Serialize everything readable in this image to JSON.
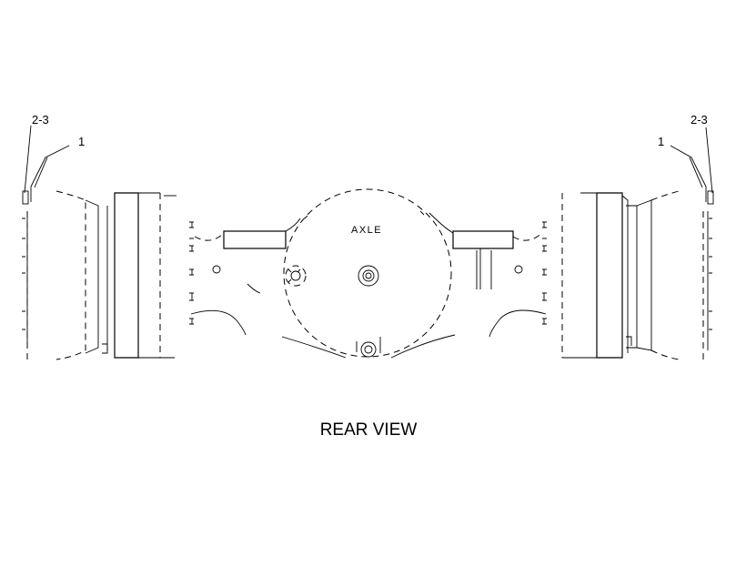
{
  "callouts": {
    "left_part_number_range": "2-3",
    "left_part_number": "1",
    "right_part_number_range": "2-3",
    "right_part_number": "1"
  },
  "labels": {
    "axle": "AXLE",
    "view_title": "REAR VIEW"
  }
}
